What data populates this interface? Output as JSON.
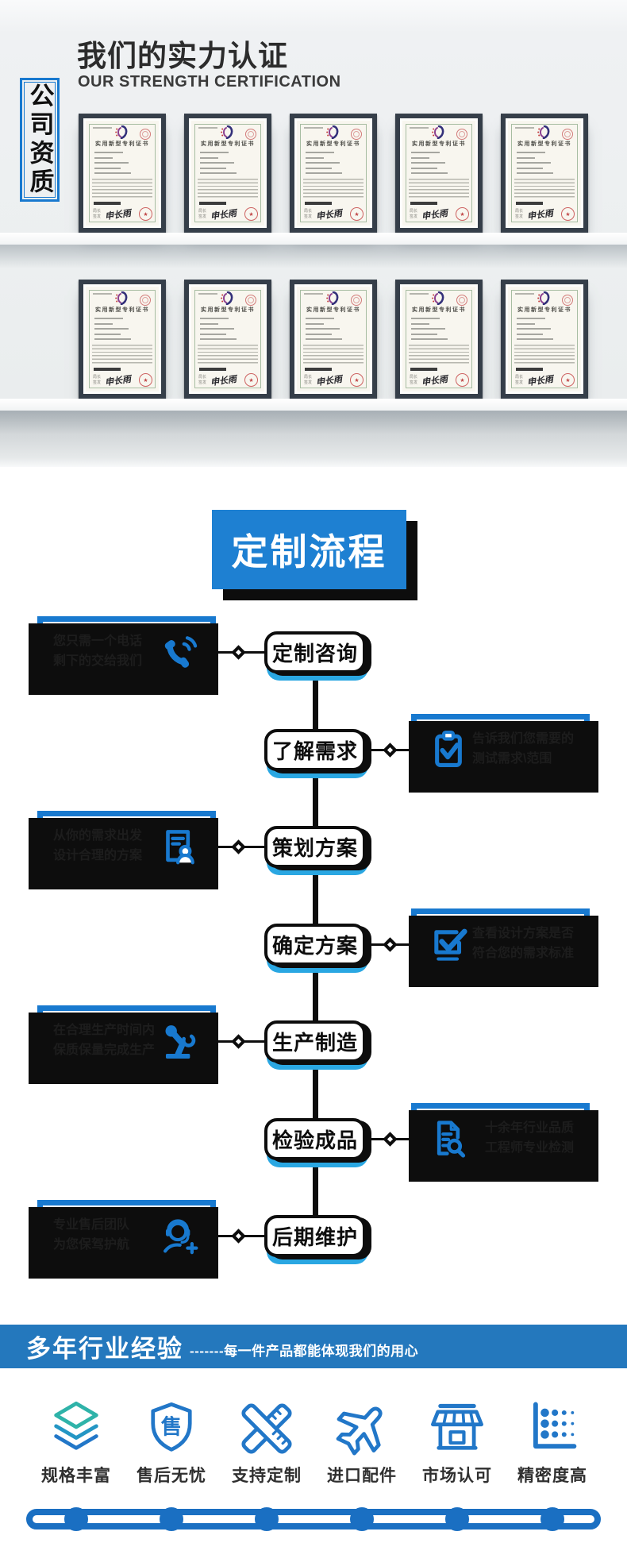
{
  "certs": {
    "vertical_label": "公司资质",
    "title": "我们的实力认证",
    "subtitle": "OUR STRENGTH CERTIFICATION",
    "cert_title": "实用新型专利证书",
    "sign_label": "局长\n签发",
    "sign_name": "申长雨",
    "seal_star": "★",
    "rows": [
      5,
      5
    ]
  },
  "process": {
    "title": "定制流程",
    "steps": [
      {
        "label": "定制咨询",
        "side": "left",
        "icon": "phone-icon",
        "desc": [
          "您只需一个电话",
          "剩下的交给我们"
        ]
      },
      {
        "label": "了解需求",
        "side": "right",
        "icon": "clipboard-check-icon",
        "desc": [
          "告诉我们您需要的",
          "测试需求\\范围"
        ]
      },
      {
        "label": "策划方案",
        "side": "left",
        "icon": "resume-icon",
        "desc": [
          "从你的需求出发",
          "设计合理的方案"
        ]
      },
      {
        "label": "确定方案",
        "side": "right",
        "icon": "checkbox-check-icon",
        "desc": [
          "查看设计方案是否",
          "符合您的需求标准"
        ]
      },
      {
        "label": "生产制造",
        "side": "left",
        "icon": "robot-arm-icon",
        "desc": [
          "在合理生产时间内",
          "保质保量完成生产"
        ]
      },
      {
        "label": "检验成品",
        "side": "right",
        "icon": "document-search-icon",
        "desc": [
          "十余年行业品质",
          "工程师专业检测"
        ]
      },
      {
        "label": "后期维护",
        "side": "left",
        "icon": "customer-service-icon",
        "desc": [
          "专业售后团队",
          "为您保驾护航"
        ]
      }
    ]
  },
  "experience": {
    "title": "多年行业经验",
    "subtitle": "-------每一件产品都能体现我们的用心",
    "features": [
      {
        "label": "规格丰富",
        "icon": "layers-icon"
      },
      {
        "label": "售后无忧",
        "icon": "shield-sale-icon",
        "glyph": "售"
      },
      {
        "label": "支持定制",
        "icon": "rulers-icon"
      },
      {
        "label": "进口配件",
        "icon": "airplane-icon"
      },
      {
        "label": "市场认可",
        "icon": "storefront-icon"
      },
      {
        "label": "精密度高",
        "icon": "dot-chart-icon"
      }
    ]
  },
  "colors": {
    "flow_blue": "#1879cf",
    "title_box_blue": "#1e80d2",
    "banner_blue": "#2478bd",
    "feature_icon_blue": "#2277c8",
    "node_shadow_cyan": "#2aa7e2",
    "outline_black": "#0d0d0d",
    "layers_teal": "#2fb3a9",
    "wall_gray": "#eceff0"
  }
}
